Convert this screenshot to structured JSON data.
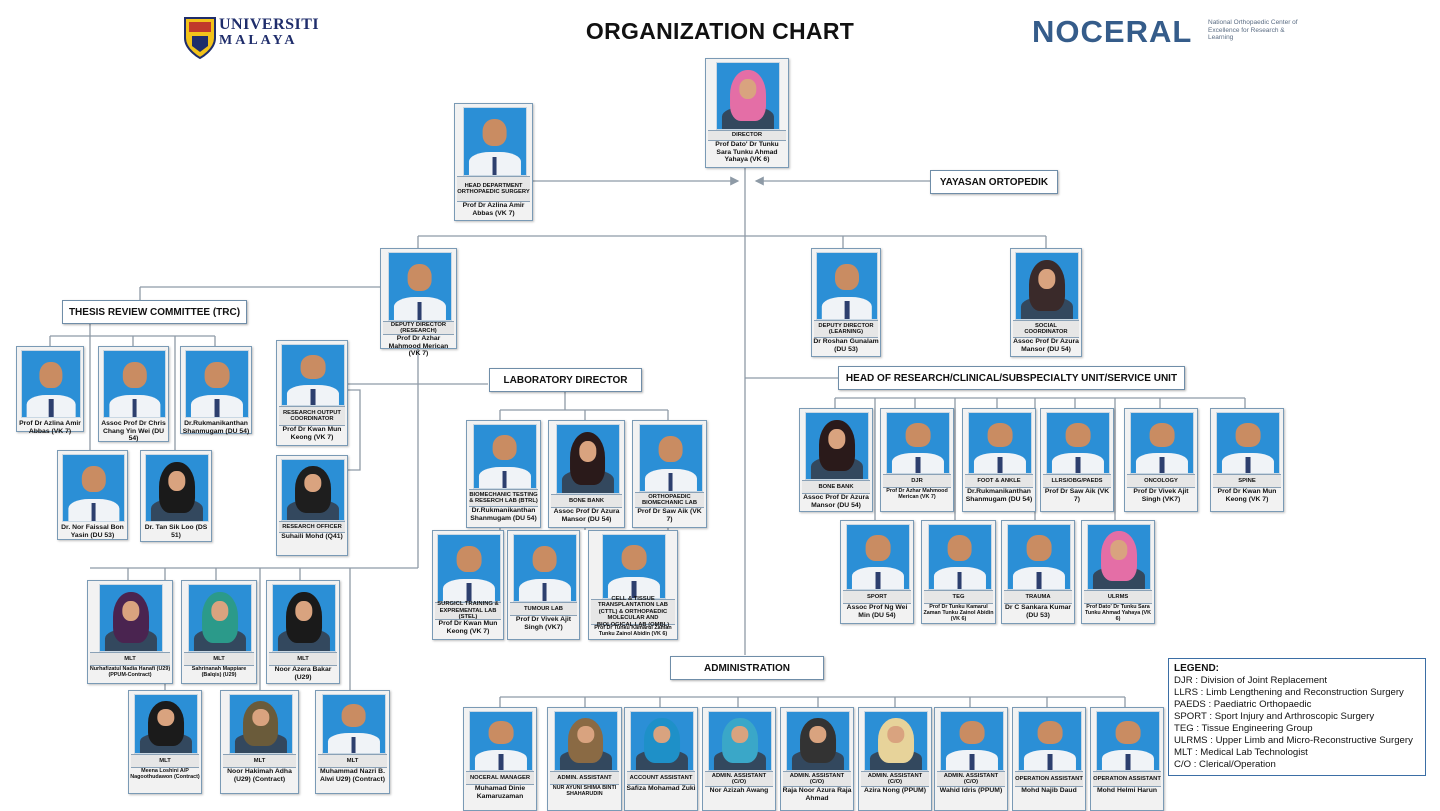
{
  "header": {
    "title": "ORGANIZATION CHART",
    "um_logo_line1": "UNIVERSITI",
    "um_logo_line2": "MALAYA",
    "noceral_logo": "NOCERAL",
    "noceral_tagline": "National Orthopaedic Center of Excellence for Research & Learning"
  },
  "boxes": {
    "yayasan": "YAYASAN ORTOPEDIK",
    "trc": "THESIS REVIEW COMMITTEE (TRC)",
    "lab_director": "LABORATORY DIRECTOR",
    "head_units": "HEAD OF RESEARCH/CLINICAL/SUBSPECIALTY UNIT/SERVICE UNIT",
    "administration": "ADMINISTRATION"
  },
  "people": {
    "director": {
      "role": "DIRECTOR",
      "name": "Prof Dato' Dr Tunku Sara Tunku Ahmad Yahaya (VK 6)"
    },
    "head_dept": {
      "role": "HEAD DEPARTMENT ORTHOPAEDIC SURGERY",
      "name": "Prof Dr Azlina Amir Abbas (VK 7)"
    },
    "dd_research": {
      "role": "DEPUTY DIRECTOR (RESEARCH)",
      "name": "Prof Dr Azhar Mahmood Merican (VK 7)"
    },
    "dd_learning": {
      "role": "DEPUTY DIRECTOR (LEARNING)",
      "name": "Dr Roshan Gunalam (DU 53)"
    },
    "social": {
      "role": "SOCIAL COORDINATOR",
      "name": "Assoc Prof  Dr Azura Mansor (DU 54)"
    },
    "trc1": {
      "role": "",
      "name": "Prof Dr Azlina Amir Abbas (VK 7)"
    },
    "trc2": {
      "role": "",
      "name": "Assoc Prof  Dr Chris Chang Yin Wei (DU 54)"
    },
    "trc3": {
      "role": "",
      "name": "Dr.Rukmanikanthan Shanmugam (DU 54)"
    },
    "trc4": {
      "role": "",
      "name": "Dr. Nor Faissal Bon Yasin (DU 53)"
    },
    "trc5": {
      "role": "",
      "name": "Dr. Tan Sik Loo (DS 51)"
    },
    "roc": {
      "role": "RESEARCH OUTPUT COORDINATOR",
      "name": "Prof Dr Kwan Mun Keong (VK 7)"
    },
    "ro": {
      "role": "RESEARCH OFFICER",
      "name": "Suhaili Mohd (Q41)"
    },
    "lab1": {
      "role": "BIOMECHANIC TESTING & RESERCH LAB (BTRL)",
      "name": "Dr.Rukmanikanthan Shanmugam (DU 54)"
    },
    "lab2": {
      "role": "BONE BANK",
      "name": "Assoc Prof  Dr Azura Mansor (DU 54)"
    },
    "lab3": {
      "role": "ORTHOPAEDIC BIOMECHANIC LAB",
      "name": "Prof Dr Saw Aik (VK 7)"
    },
    "lab4": {
      "role": "SURGICL TRAINING & EXPREMENTAL LAB (STEL)",
      "name": "Prof Dr Kwan Mun Keong (VK 7)"
    },
    "lab5": {
      "role": "TUMOUR LAB",
      "name": "Prof Dr Vivek Ajit Singh (VK7)"
    },
    "lab6": {
      "role": "CELL & TISSUE TRANSPLANTATION LAB (CTTL) & ORTHOPAEDIC MOLECULAR AND BIOLOGICAL LAB (OMBL)",
      "name": "Prof Dr Tunku Kamarul Zaman Tunku Zainol Abidin (VK 6)"
    },
    "u1": {
      "role": "BONE BANK",
      "name": "Assoc Prof  Dr Azura Mansor (DU 54)"
    },
    "u2": {
      "role": "DJR",
      "name": "Prof Dr Azhar Mahmood Merican (VK 7)"
    },
    "u3": {
      "role": "FOOT & ANKLE",
      "name": "Dr.Rukmanikanthan Shanmugam (DU 54)"
    },
    "u4": {
      "role": "LLRS/OBG/PAEDS",
      "name": "Prof Dr Saw Aik (VK 7)"
    },
    "u5": {
      "role": "ONCOLOGY",
      "name": "Prof Dr Vivek Ajit Singh (VK7)"
    },
    "u6": {
      "role": "SPINE",
      "name": "Prof Dr Kwan Mun Keong (VK 7)"
    },
    "u7": {
      "role": "SPORT",
      "name": "Assoc Prof Ng Wei Min (DU 54)"
    },
    "u8": {
      "role": "TEG",
      "name": "Prof Dr Tunku Kamarul Zaman Tunku Zainol Abidin (VK 6)"
    },
    "u9": {
      "role": "TRAUMA",
      "name": "Dr C Sankara Kumar (DU 53)"
    },
    "u10": {
      "role": "ULRMS",
      "name": "Prof Dato' Dr Tunku Sara Tunku Ahmad Yahaya (VK 6)"
    },
    "m1": {
      "role": "MLT",
      "name": "Nurhafizatul Nadia Hanafi (U29) (PPUM-Contract)"
    },
    "m2": {
      "role": "MLT",
      "name": "Sahrinanah Mappiare (Balqis) (U29)"
    },
    "m3": {
      "role": "MLT",
      "name": "Noor Azera Bakar (U29)"
    },
    "m4": {
      "role": "MLT",
      "name": "Meena Loshini A/P Nagoothudawon (Contract)"
    },
    "m5": {
      "role": "MLT",
      "name": "Noor Hakimah Adha (U29) (Contract)"
    },
    "m6": {
      "role": "MLT",
      "name": "Muhammad Nazri B. Alwi U29) (Contract)"
    },
    "a1": {
      "role": "NOCERAL MANAGER",
      "name": "Muhamad Dinie Kamaruzaman"
    },
    "a2": {
      "role": "ADMIN. ASSISTANT",
      "name": "NUR AYUNI SHIMA BINTI SHAHARUDIN"
    },
    "a3": {
      "role": "ACCOUNT ASSISTANT",
      "name": "Safiza Mohamad Zuki"
    },
    "a4": {
      "role": "ADMIN. ASSISTANT (C/O)",
      "name": "Nor Azizah Awang"
    },
    "a5": {
      "role": "ADMIN. ASSISTANT (C/O)",
      "name": "Raja  Noor Azura Raja Ahmad"
    },
    "a6": {
      "role": "ADMIN. ASSISTANT (C/O)",
      "name": "Azira Nong (PPUM)"
    },
    "a7": {
      "role": "ADMIN. ASSISTANT (C/O)",
      "name": "Wahid Idris (PPUM)"
    },
    "a8": {
      "role": "OPERATION ASSISTANT",
      "name": "Mohd Najib Daud"
    },
    "a9": {
      "role": "OPERATION ASSISTANT",
      "name": "Mohd Helmi Harun"
    }
  },
  "legend": {
    "title": "LEGEND:",
    "items": [
      "DJR : Division of Joint Replacement",
      "LLRS : Limb Lengthening and Reconstruction Surgery",
      "PAEDS : Paediatric Orthopaedic",
      "SPORT : Sport Injury and Arthroscopic Surgery",
      "TEG : Tissue Engineering Group",
      "ULRMS : Upper Limb and Micro-Reconstructive Surgery",
      "MLT : Medical Lab Technologist",
      "C/O : Clerical/Operation"
    ]
  },
  "colors": {
    "connector": "#8e9aa6",
    "card_border": "#7a9ab5",
    "photo_bg": "#2b8fd6",
    "noceral_blue": "#355c8a"
  }
}
